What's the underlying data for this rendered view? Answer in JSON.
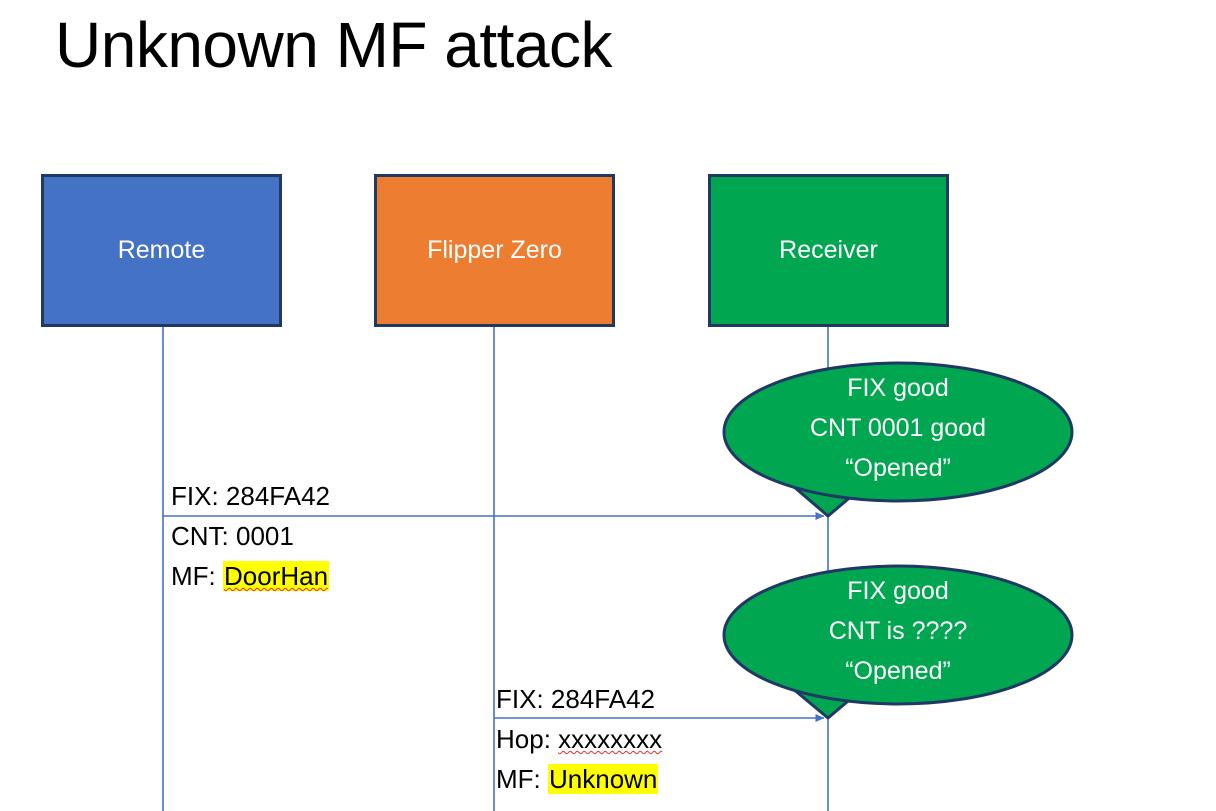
{
  "slide": {
    "title": "Unknown MF attack",
    "background": "#ffffff"
  },
  "colors": {
    "remote_box": "#4472C4",
    "flipper_box": "#ED7D31",
    "receiver_box": "#00A650",
    "box_border": "#1F3864",
    "lifeline": "#4472C4",
    "arrow": "#4472C4",
    "bubble_fill": "#00A650",
    "bubble_border": "#1F3864",
    "highlight": "#FFFF00",
    "spellcheck_underline": "#E03030",
    "text_dark": "#000000",
    "text_light": "#FFFFFF"
  },
  "actors": [
    {
      "id": "remote",
      "label": "Remote"
    },
    {
      "id": "flipper",
      "label": "Flipper Zero"
    },
    {
      "id": "receiver",
      "label": "Receiver"
    }
  ],
  "messages": [
    {
      "id": "message-1",
      "from": "remote",
      "to": "receiver",
      "lines": [
        {
          "label": "FIX: ",
          "value": "284FA42",
          "highlight": false,
          "spellcheck": false
        },
        {
          "label": "CNT: ",
          "value": "0001",
          "highlight": false,
          "spellcheck": false
        },
        {
          "label": "MF: ",
          "value": "DoorHan",
          "highlight": true,
          "spellcheck": true
        }
      ]
    },
    {
      "id": "message-2",
      "from": "flipper",
      "to": "receiver",
      "lines": [
        {
          "label": "FIX: ",
          "value": "284FA42",
          "highlight": false,
          "spellcheck": false
        },
        {
          "label": "Hop: ",
          "value": "xxxxxxxx",
          "highlight": false,
          "spellcheck": true
        },
        {
          "label": "MF: ",
          "value": "Unknown",
          "highlight": true,
          "spellcheck": false
        }
      ]
    }
  ],
  "bubbles": [
    {
      "id": "bubble-1",
      "owner": "receiver",
      "lines": [
        "FIX good",
        "CNT 0001 good",
        "“Opened”"
      ]
    },
    {
      "id": "bubble-2",
      "owner": "receiver",
      "lines": [
        "FIX good",
        "CNT is ????",
        "“Opened”"
      ]
    }
  ]
}
